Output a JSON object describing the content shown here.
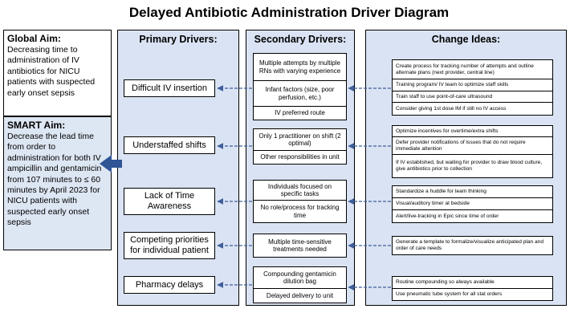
{
  "title": "Delayed Antibiotic Administration Driver Diagram",
  "global_aim": {
    "heading": "Global Aim:",
    "text": "Decreasing time to administration of IV antibiotics for NICU patients with suspected early onset sepsis"
  },
  "smart_aim": {
    "heading": "SMART Aim:",
    "text": "Decrease the lead time from order to administration for both IV ampicillin and gentamicin from 107 minutes to ≤ 60 minutes by April 2023 for NICU patients with suspected early onset sepsis"
  },
  "columns": {
    "primary": "Primary Drivers:",
    "secondary": "Secondary Drivers:",
    "change": "Change Ideas:"
  },
  "primary_drivers": [
    "Difficult IV insertion",
    "Understaffed shifts",
    "Lack of Time Awareness",
    "Competing priorities for individual patient",
    "Pharmacy delays"
  ],
  "secondary_drivers": [
    [
      "Multiple attempts by multiple RNs with varying experience",
      "Infant factors (size, poor perfusion, etc.)",
      "IV preferred route"
    ],
    [
      "Only 1 practitioner on shift (2 optimal)",
      "Other responsibilities in unit"
    ],
    [
      "Individuals focused on specific tasks",
      "No role/process for tracking time"
    ],
    [
      "Multiple time-sensitive treatments needed"
    ],
    [
      "Compounding gentamicin dilution bag",
      "Delayed delivery to unit"
    ]
  ],
  "change_ideas": [
    [
      "Create process for tracking number of attempts and outline alternate plans  (next provider, central line)",
      "Training program/ IV team to optimize staff skills",
      "Train staff  to use point-of-care ultrasound",
      "Consider giving 1st dose IM if still no IV access"
    ],
    [
      "Optimize incentives for overtime/extra shifts",
      "Defer provider notifications of issues that do not require immediate attention",
      "If IV established, but waiting for provider to draw blood culture, give antibiotics prior to collection"
    ],
    [
      "Standardize a huddle for team thinking",
      "Visual/auditory timer at bedside",
      "Alert/live-tracking in Epic since time of order"
    ],
    [
      "Generate a template to formalize/visualize anticipated plan and order of care needs"
    ],
    [
      "Routine compounding so always available",
      "Use pneumatic tube system for all stat orders"
    ]
  ],
  "colors": {
    "panel": "#dae3f3",
    "arrow": "#3f5f9a"
  }
}
